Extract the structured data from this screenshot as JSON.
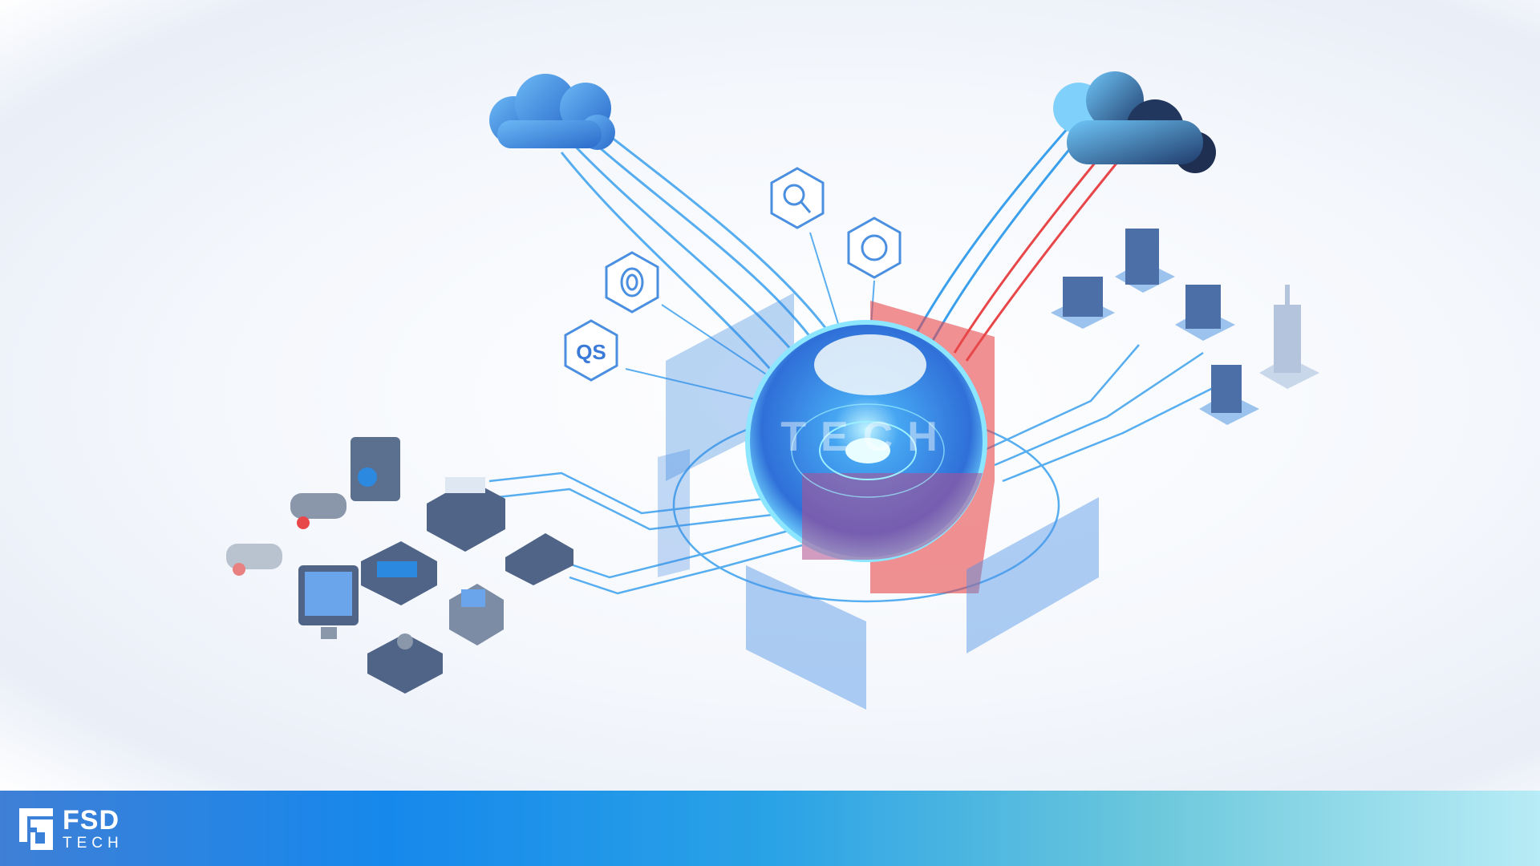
{
  "illustration": {
    "hex_badge_text": "QS",
    "sphere_watermark": "TECH",
    "colors": {
      "primary_blue": "#2f7fe0",
      "accent_red": "#e8474a",
      "cyan_glow": "#7fe3ff",
      "line_blue": "#3aa0ee"
    },
    "icons": [
      "cloud-icon",
      "magnifier-icon",
      "brain-chip-icon",
      "fingerprint-icon",
      "os-icon",
      "building-icon",
      "security-camera-icon",
      "printer-icon",
      "monitor-icon",
      "server-icon"
    ]
  },
  "footer": {
    "logo_primary": "FSD",
    "logo_secondary": "TECH"
  }
}
